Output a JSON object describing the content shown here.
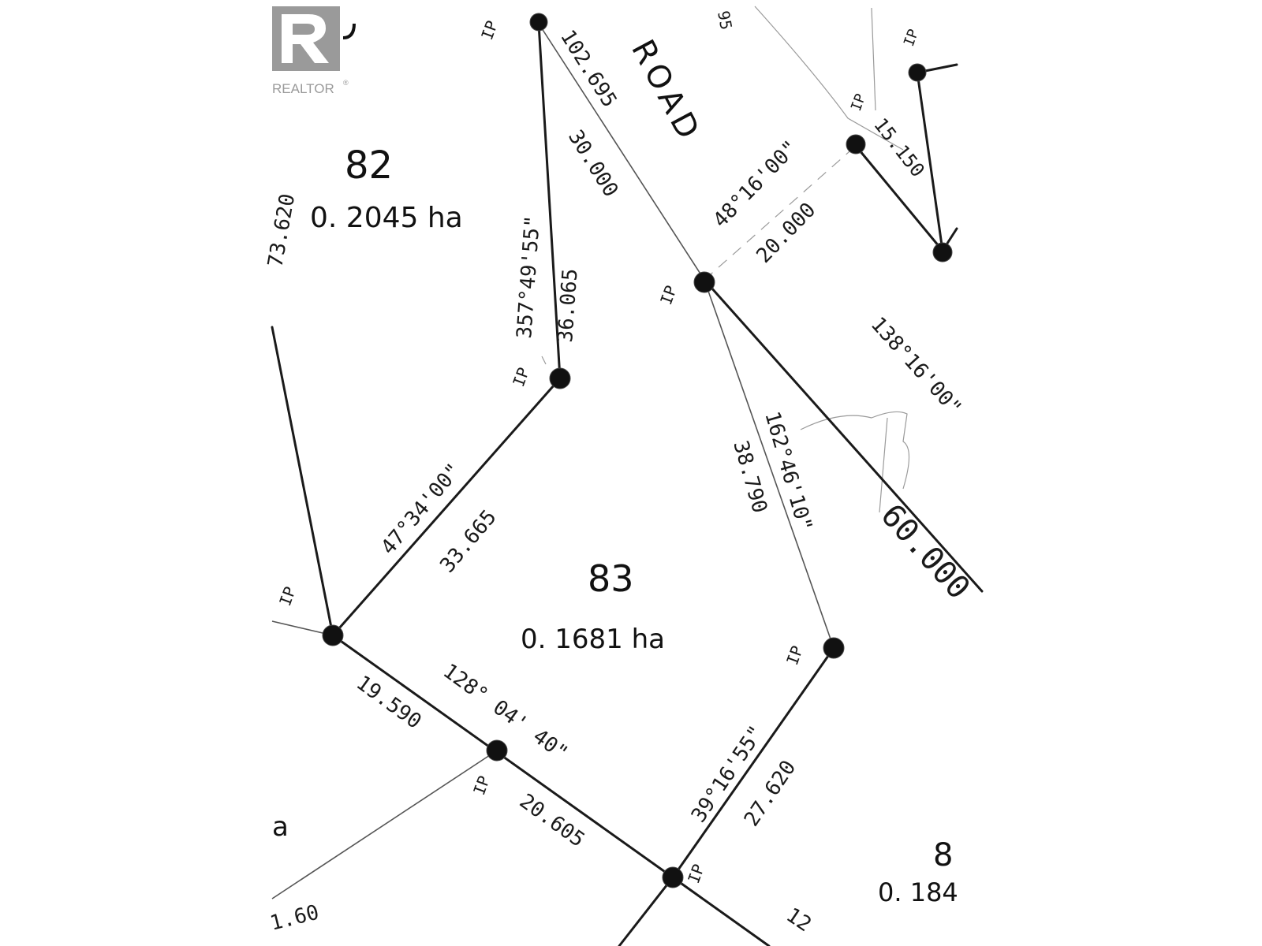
{
  "logo": {
    "text": "REALTOR",
    "mark": "®",
    "color": "#9a9a9a"
  },
  "road": {
    "label": "ROAD",
    "number": "95"
  },
  "lots": [
    {
      "number": "82",
      "area": "0. 2045 ha"
    },
    {
      "number": "83",
      "area": "0. 1681 ha"
    },
    {
      "number": "8",
      "area": "0. 184"
    }
  ],
  "partial_lot_letter": "a",
  "pin_label": "IP",
  "measurements": {
    "lot82_west": "73.620",
    "lot82_east_bearing": "357°49'55\"",
    "lot82_east_dist": "36.065",
    "road_dist_a": "102.695",
    "road_dist_b": "30.000",
    "frontage_bearing": "48°16'00\"",
    "frontage_dist": "20.000",
    "ne_dist": "15.150",
    "bearing_138": "138°16'00\"",
    "bearing_162": "162°46'10\"",
    "dist_38": "38.790",
    "dist_60": "60.000",
    "bearing_47": "47°34'00\"",
    "dist_33": "33.665",
    "dist_19": "19.590",
    "bearing_128": "128° 04' 40\"",
    "dist_20605": "20.605",
    "bearing_39": "39°16'55\"",
    "dist_27": "27.620",
    "dist_partial": "1.60",
    "dist_partial_se": "12"
  }
}
